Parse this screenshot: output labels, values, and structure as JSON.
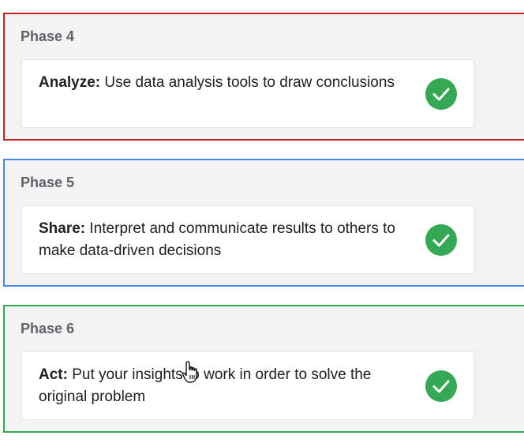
{
  "phases": [
    {
      "title": "Phase 4",
      "term": "Analyze:",
      "description": " Use data analysis tools to draw conclusions",
      "accent": "#cc1f1f",
      "status_icon": "check-circle-icon"
    },
    {
      "title": "Phase 5",
      "term": "Share:",
      "description": " Interpret and communicate results to others to make data-driven decisions",
      "accent": "#4a86e8",
      "status_icon": "check-circle-icon"
    },
    {
      "title": "Phase 6",
      "term": "Act:",
      "description": " Put your insights to work in order to solve the original problem",
      "accent": "#34a853",
      "status_icon": "check-circle-icon"
    }
  ],
  "check_color": "#34a853",
  "cursor_icon": "hand-pointer-icon"
}
